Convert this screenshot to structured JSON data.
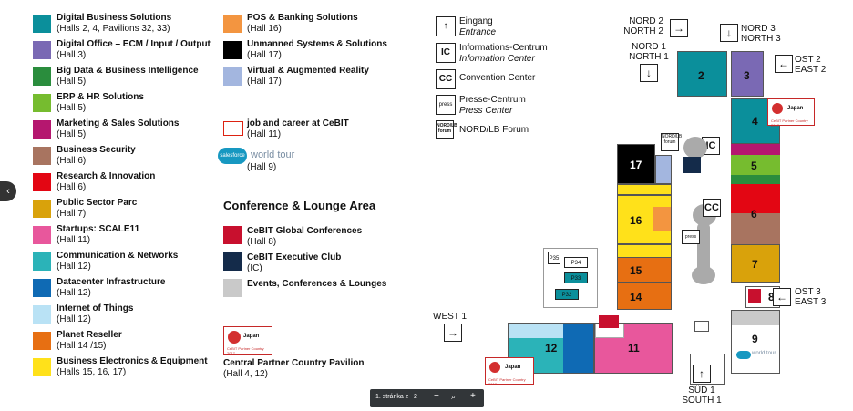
{
  "legend_left": [
    {
      "title": "Digital Business Solutions",
      "sub": "(Halls 2, 4, Pavilions 32, 33)",
      "color": "#0b8f9b"
    },
    {
      "title": "Digital Office – ECM / Input / Output",
      "sub": "(Hall 3)",
      "color": "#7a69b4"
    },
    {
      "title": "Big Data & Business Intelligence",
      "sub": "(Hall 5)",
      "color": "#2a8d3d"
    },
    {
      "title": "ERP & HR Solutions",
      "sub": "(Hall 5)",
      "color": "#76bc2f"
    },
    {
      "title": "Marketing & Sales Solutions",
      "sub": "(Hall 5)",
      "color": "#b5176f"
    },
    {
      "title": "Business Security",
      "sub": "(Hall 6)",
      "color": "#a87460"
    },
    {
      "title": "Research & Innovation",
      "sub": "(Hall 6)",
      "color": "#e30613"
    },
    {
      "title": "Public Sector Parc",
      "sub": "(Hall 7)",
      "color": "#d9a20b"
    },
    {
      "title": "Startups: SCALE11",
      "sub": "(Hall 11)",
      "color": "#e8579c"
    },
    {
      "title": "Communication & Networks",
      "sub": "(Hall 12)",
      "color": "#2bb3b8"
    },
    {
      "title": "Datacenter Infrastructure",
      "sub": "(Hall 12)",
      "color": "#0f6ab4"
    },
    {
      "title": "Internet of Things",
      "sub": "(Hall 12)",
      "color": "#b9e2f5"
    },
    {
      "title": "Planet Reseller",
      "sub": "(Hall 14 /15)",
      "color": "#e76f12"
    },
    {
      "title": "Business Electronics & Equipment",
      "sub": "(Halls 15, 16, 17)",
      "color": "#ffe11a"
    }
  ],
  "legend_right": [
    {
      "title": "POS & Banking Solutions",
      "sub": "(Hall 16)",
      "color": "#f39540"
    },
    {
      "title": "Unmanned Systems & Solutions",
      "sub": "(Hall 17)",
      "color": "#000000"
    },
    {
      "title": "Virtual & Augmented Reality",
      "sub": "(Hall 17)",
      "color": "#a3b6df"
    },
    {
      "title": "job and career at CeBIT",
      "sub": "(Hall 11)"
    },
    {
      "brand": "world tour",
      "sub": "(Hall 9)"
    }
  ],
  "conference": {
    "title": "Conference & Lounge Area",
    "items": [
      {
        "title": "CeBIT Global Conferences",
        "sub": "(Hall 8)"
      },
      {
        "title": "CeBIT Executive Club",
        "sub": "(IC)"
      },
      {
        "title": "Events, Conferences & Lounges",
        "sub": ""
      }
    ]
  },
  "partner": {
    "title": "Central Partner Country Pavilion",
    "sub": "(Hall 4, 12)",
    "badge": "Japan",
    "badge_caption": "CeBIT Partner Country 2017"
  },
  "map_key": [
    {
      "icon": "↑",
      "title": "Eingang",
      "sub": "Entrance"
    },
    {
      "icon": "IC",
      "title": "Informations-Centrum",
      "sub": "Information Center"
    },
    {
      "icon": "CC",
      "title": "Convention Center",
      "sub": ""
    },
    {
      "icon": "press",
      "title": "Presse-Centrum",
      "sub": "Press Center"
    },
    {
      "icon": "NORD/LB forum",
      "title": "NORD/LB Forum",
      "sub": ""
    }
  ],
  "halls": {
    "h2": "2",
    "h3": "3",
    "h4": "4",
    "h5": "5",
    "h6": "6",
    "h7": "7",
    "h8": "8",
    "h9": "9",
    "h11": "11",
    "h12": "12",
    "h14": "14",
    "h15": "15",
    "h16": "16",
    "h17": "17"
  },
  "pavilions": {
    "p32": "P32",
    "p33": "P33",
    "p34": "P34",
    "p35": "P35"
  },
  "map_labels": {
    "ic": "IC",
    "cc": "CC",
    "press": "press",
    "nordlb": "NORD/LB forum",
    "world_tour": "world tour"
  },
  "gates": {
    "nord2": [
      "NORD 2",
      "NORTH 2"
    ],
    "nord3": [
      "NORD 3",
      "NORTH 3"
    ],
    "nord1": [
      "NORD 1",
      "NORTH 1"
    ],
    "ost2": [
      "OST 2",
      "EAST 2"
    ],
    "ost3": [
      "OST 3",
      "EAST 3"
    ],
    "west1": [
      "WEST 1"
    ],
    "sud1": [
      "SÜD 1",
      "SOUTH 1"
    ]
  },
  "viewer": {
    "page_label": "1. stránka z",
    "page_count": "2",
    "zoom_out": "−",
    "zoom_in": "+",
    "search": "search-icon"
  }
}
